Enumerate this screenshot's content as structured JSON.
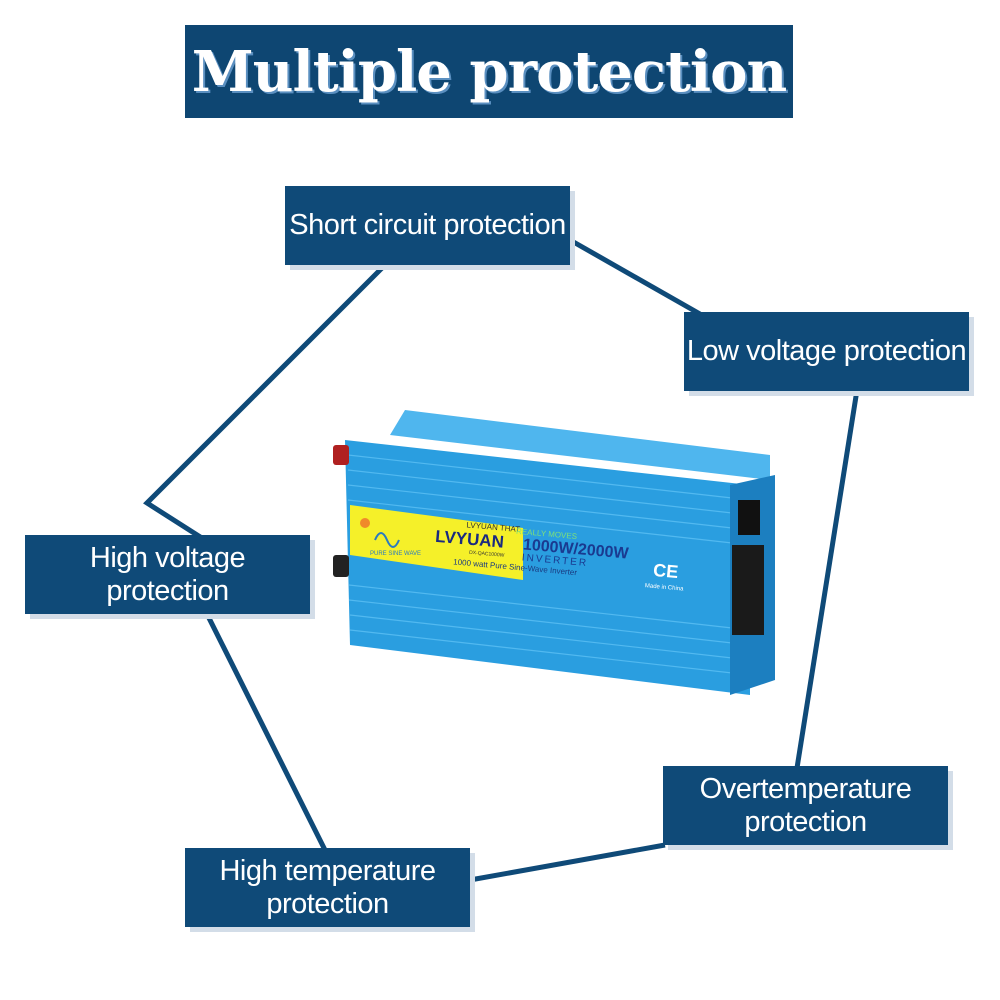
{
  "title": "Multiple protection",
  "features": [
    "Short circuit protection",
    "Low voltage protection",
    "High voltage protection",
    "Overtemperature protection",
    "High temperature protection"
  ],
  "product": {
    "brand": "LVYUAN",
    "slogan_1": "LVYUAN THAT",
    "slogan_2": "REALLY MOVES",
    "power": "1000W/2000W",
    "type": "INVERTER",
    "model": "DX-QAC1000W",
    "description": "1000 watt Pure Sine-Wave Inverter",
    "wave_label": "PURE SINE WAVE",
    "cert": "CE",
    "origin": "Made in China"
  },
  "colors": {
    "box": "#0f4a78",
    "line": "#0f4a78",
    "inverter": "#2a9ee0",
    "label": "#f5f029"
  }
}
